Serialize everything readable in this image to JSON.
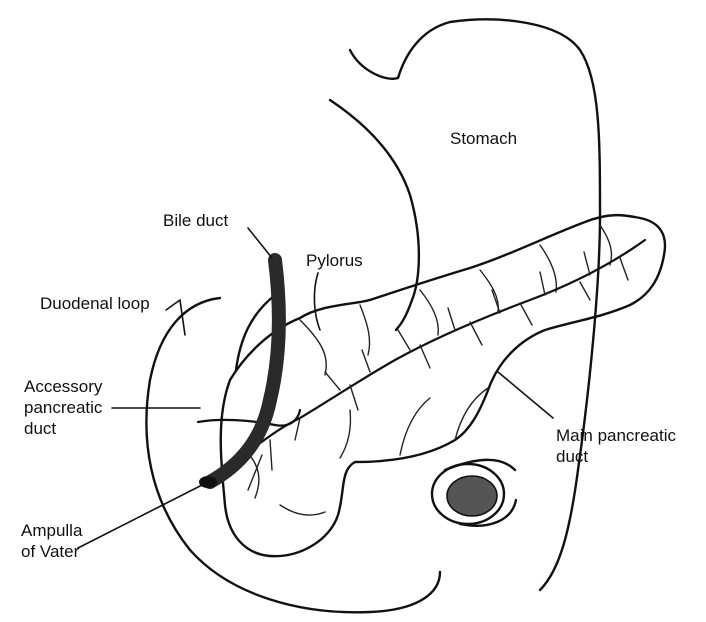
{
  "labels": {
    "stomach": "Stomach",
    "bile_duct": "Bile duct",
    "pylorus": "Pylorus",
    "duodenal_loop": "Duodenal loop",
    "accessory_duct": "Accessory\npancreatic\nduct",
    "main_duct": "Main pancreatic\nduct",
    "ampulla": "Ampulla\nof Vater"
  },
  "colors": {
    "line": "#111111",
    "bile_duct_fill": "#2a2a2a",
    "intestine_interior": "#555555"
  }
}
